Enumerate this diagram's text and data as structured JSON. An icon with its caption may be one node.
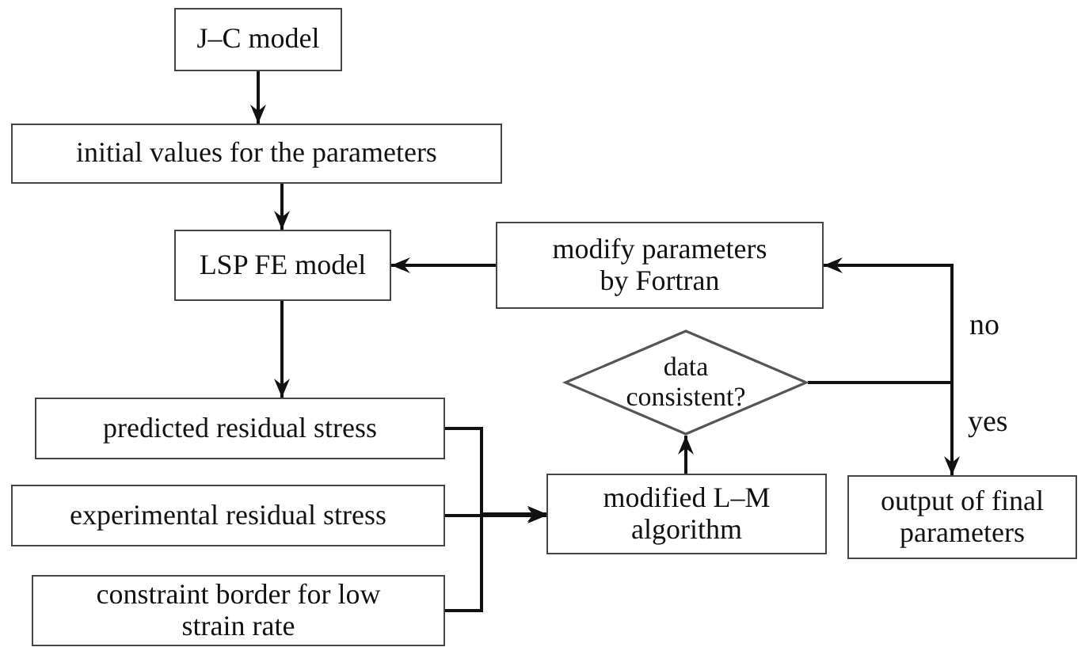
{
  "diagram": {
    "nodes": [
      {
        "text": [
          "J–C model"
        ]
      },
      {
        "text": [
          "initial values for the parameters"
        ]
      },
      {
        "text": [
          "LSP FE model"
        ]
      },
      {
        "text": [
          "modify parameters by Fortran"
        ]
      },
      {
        "text": [
          "data consistent?"
        ]
      },
      {
        "text": [
          "predicted residual stress"
        ]
      },
      {
        "text": [
          "experimental residual stress"
        ]
      },
      {
        "text": [
          "constraint border for low strain rate"
        ]
      },
      {
        "text": [
          "modified L–M algorithm"
        ]
      },
      {
        "text": [
          "output of final parameters"
        ]
      }
    ],
    "edges": [
      {
        "from": 0,
        "to": 1,
        "arrow": "to"
      },
      {
        "from": 1,
        "to": 2,
        "arrow": "to"
      },
      {
        "from": 2,
        "to": 5,
        "arrow": "to"
      },
      {
        "from": 5,
        "to": 8,
        "arrow": "to"
      },
      {
        "from": 6,
        "to": 8,
        "arrow": "to"
      },
      {
        "from": 7,
        "to": 8,
        "arrow": "to"
      },
      {
        "from": 8,
        "to": 4,
        "arrow": "to"
      },
      {
        "from": 4,
        "to": 3,
        "arrow": "to",
        "label": "no"
      },
      {
        "from": 4,
        "to": 9,
        "arrow": "to",
        "label": "yes"
      },
      {
        "from": 3,
        "to": 2,
        "arrow": "to"
      }
    ]
  }
}
